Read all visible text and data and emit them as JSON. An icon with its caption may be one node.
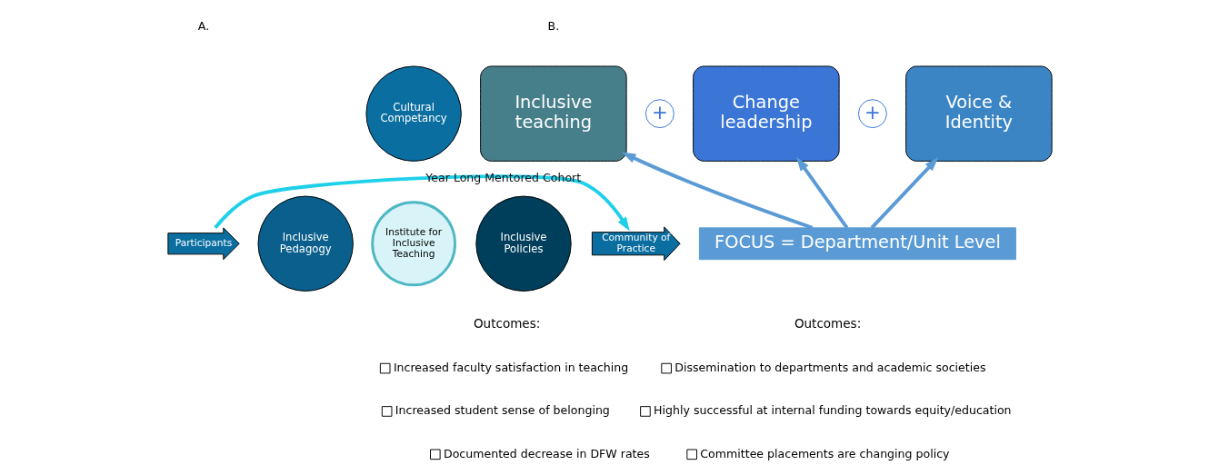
{
  "diagram": {
    "nodes": [
      {
        "text": [
          "Participants"
        ]
      },
      {
        "text": [
          "Cultural Competancy"
        ]
      },
      {
        "text": [
          "Inclusive Pedagogy"
        ]
      },
      {
        "text": [
          "Institute for Inclusive Teaching"
        ]
      },
      {
        "text": [
          "Inclusive Policies"
        ]
      },
      {
        "text": [
          "Community of Practice"
        ]
      },
      {
        "text": [
          "Inclusive teaching"
        ]
      },
      {
        "text": [
          "Change leadership"
        ]
      },
      {
        "text": [
          "Voice & Identity"
        ]
      },
      {
        "text": [
          "FOCUS = Department/Unit Level"
        ]
      }
    ],
    "edges": [
      {
        "from": 0,
        "to": 5,
        "arrow": "to",
        "label": "Year Long Mentored Cohort",
        "color": "#1fd0ea"
      },
      {
        "from": 9,
        "to": 6,
        "arrow": "to"
      },
      {
        "from": 9,
        "to": 7,
        "arrow": "to"
      },
      {
        "from": 9,
        "to": 8,
        "arrow": "to"
      }
    ],
    "labels": [
      "A.",
      "B.",
      "+",
      "+",
      "Outcomes:",
      "Increased faculty satisfaction in teaching",
      "Increased student sense of belonging",
      "Documented decrease in DFW rates",
      "Outcomes:",
      "Dissemination to departments and academic societies",
      "Highly successful at internal funding towards equity/education",
      "Committee placements are changing policy"
    ]
  }
}
